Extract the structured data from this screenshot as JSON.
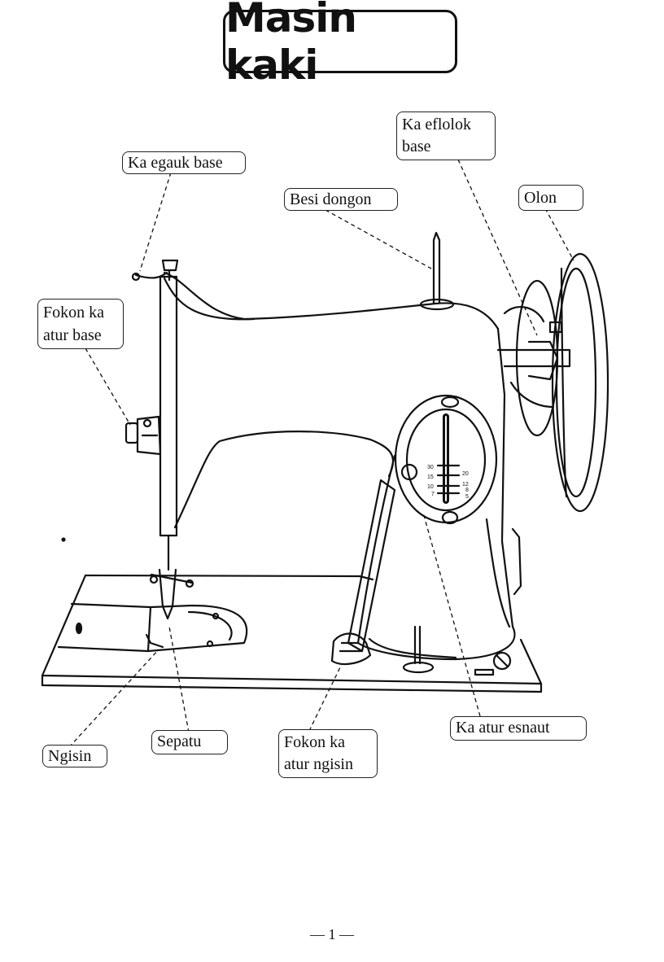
{
  "title": "Masin kaki",
  "labels": {
    "ka_egauk_base": "Ka egauk base",
    "besi_dongon": "Besi dongon",
    "ka_eflolok_base_1": "Ka eflolok",
    "ka_eflolok_base_2": "base",
    "olon": "Olon",
    "fokon_ka_atur_base_1": "Fokon ka",
    "fokon_ka_atur_base_2": "atur base",
    "ngisin": "Ngisin",
    "sepatu": "Sepatu",
    "fokon_ka_atur_ngisin_1": "Fokon ka",
    "fokon_ka_atur_ngisin_2": "atur ngisin",
    "ka_atur_esnaut": "Ka atur esnaut"
  },
  "dial_scale": {
    "left": [
      "30",
      "15",
      "10",
      "7"
    ],
    "right": [
      "20",
      "12",
      "8",
      "5"
    ]
  },
  "page_number": "— 1 —"
}
